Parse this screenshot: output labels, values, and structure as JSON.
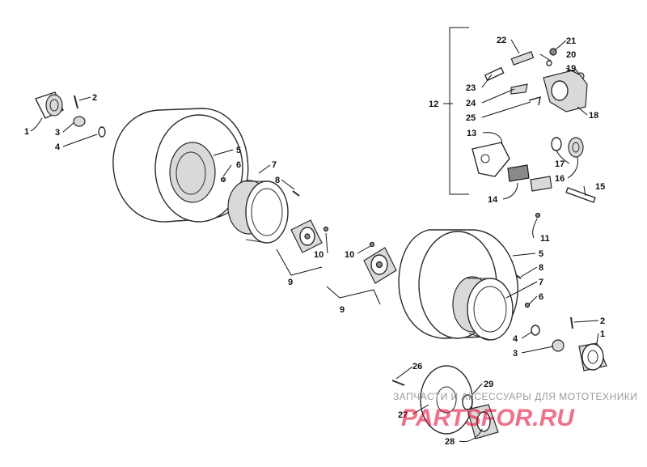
{
  "callouts": {
    "c1a": "1",
    "c2a": "2",
    "c3a": "3",
    "c4a": "4",
    "c5a": "5",
    "c6a": "6",
    "c7a": "7",
    "c8a": "8",
    "c9a": "9",
    "c10a": "10",
    "c10b": "10",
    "c9b": "9",
    "c11": "11",
    "c5b": "5",
    "c8b": "8",
    "c7b": "7",
    "c6b": "6",
    "c2b": "2",
    "c1b": "1",
    "c4b": "4",
    "c3b": "3",
    "c12": "12",
    "c13": "13",
    "c14": "14",
    "c15": "15",
    "c16": "16",
    "c17": "17",
    "c18": "18",
    "c19": "19",
    "c20": "20",
    "c21": "21",
    "c22": "22",
    "c23": "23",
    "c24": "24",
    "c25": "25",
    "c26": "26",
    "c27": "27",
    "c28": "28",
    "c29": "29"
  },
  "watermark": {
    "tagline": "ЗАПЧАСТИ И АКСЕССУАРЫ ДЛЯ МОТОТЕХНИКИ",
    "logo": "PARTSFOR.RU"
  }
}
